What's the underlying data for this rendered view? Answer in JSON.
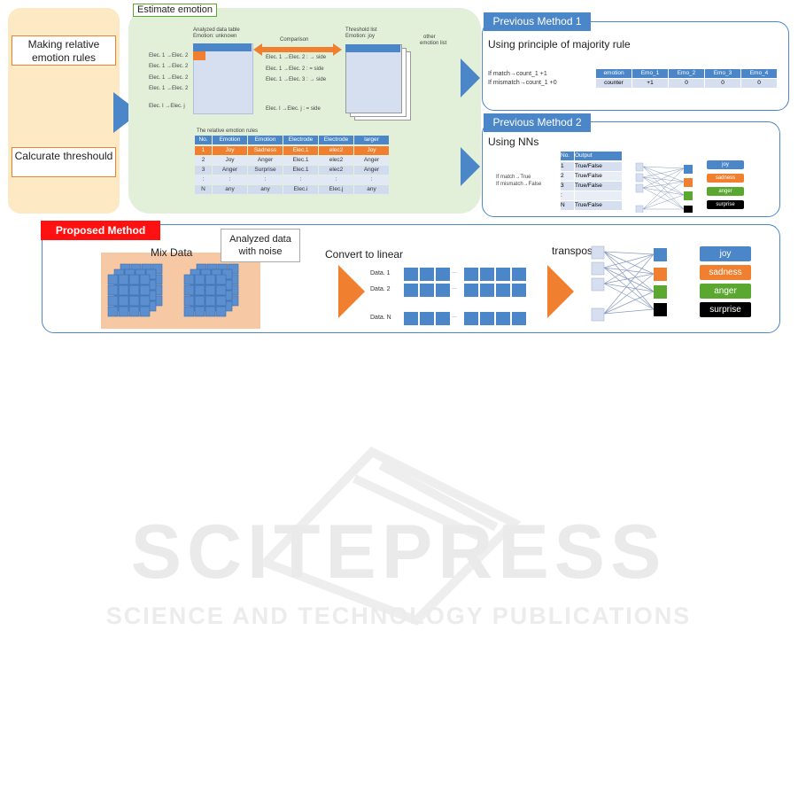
{
  "colors": {
    "accent": "#4a86c8",
    "orange": "#f08030",
    "green": "#5aa830",
    "red": "#ff1111",
    "panel_green": "#e2efd9",
    "panel_beige": "#fde9c4"
  },
  "left": {
    "making_rules": "Making relative emotion rules",
    "threshold": "Calcurate threshould"
  },
  "estimate": {
    "title": "Estimate   emotion",
    "analyzed_title": "Analyzed data table",
    "analyzed_sub": "Emotion: unknown",
    "comparison": "Comparison",
    "threshold_title": "Threshold list",
    "threshold_sub": "Emotion: joy",
    "other": "other",
    "other2": "emotion list",
    "elec_rows": [
      "Elec. 1 →Elec. 2",
      "Elec. 1 →Elec. 2",
      "Elec. 1 →Elec. 2",
      "Elec. 1 →Elec. 2",
      "Elec. I →Elec. j"
    ],
    "cmp_rows": [
      "Elec. 1 →Elec. 2 : → side",
      "Elec. 1 →Elec. 2 : = side",
      "Elec. 1 →Elec. 3 : → side",
      "Elec. I →Elec. j : = side"
    ],
    "rules_title": "The relative emotion rules",
    "rules_header": [
      "No.",
      "Emotion",
      "Emotion",
      "Electrode",
      "Electrode",
      "larger"
    ],
    "rules_rows": [
      [
        "1",
        "Joy",
        "Sadness",
        "Elec.1",
        "elec2",
        "Joy"
      ],
      [
        "2",
        "Joy",
        "Anger",
        "Elec.1",
        "elec2",
        "Anger"
      ],
      [
        "3",
        "Anger",
        "Surprise",
        "Elec.1",
        "elec2",
        "Anger"
      ],
      [
        ":",
        ":",
        ":",
        ":",
        ":",
        ":"
      ],
      [
        "N",
        "any",
        "any",
        "Elec.i",
        "Elec.j",
        "any"
      ]
    ]
  },
  "prev1": {
    "label": "Previous Method 1",
    "heading": "Using principle of majority rule",
    "cond1": "If match→count_1 +1",
    "cond2": "If mismatch→count_1 +0",
    "header": [
      "emotion",
      "Emo_1",
      "Emo_2",
      "Emo_3",
      "Emo_4"
    ],
    "row": [
      "counter",
      "+1",
      "0",
      "0",
      "0"
    ]
  },
  "prev2": {
    "label": "Previous Method 2",
    "heading": "Using NNs",
    "cond1": "If match→True",
    "cond2": "If mismatch→False",
    "header": [
      "No.",
      "Output"
    ],
    "rows": [
      [
        "1",
        "True/False"
      ],
      [
        "2",
        "True/False"
      ],
      [
        "3",
        "True/False"
      ],
      [
        ":",
        ""
      ],
      [
        "N",
        "True/False"
      ]
    ],
    "outputs": [
      "joy",
      "sadness",
      "anger",
      "surprise"
    ]
  },
  "proposed": {
    "label": "Proposed Method",
    "mix": "Mix Data",
    "noise": "Analyzed data with noise",
    "convert": "Convert to linear",
    "transpose": "transpose",
    "rows": [
      "Data. 1",
      "Data. 2",
      "Data. N"
    ],
    "ellipsis": "···",
    "outputs": [
      "joy",
      "sadness",
      "anger",
      "surprise"
    ]
  },
  "watermark": {
    "line1": "SCITEPRESS",
    "line2": "SCIENCE AND TECHNOLOGY PUBLICATIONS"
  }
}
